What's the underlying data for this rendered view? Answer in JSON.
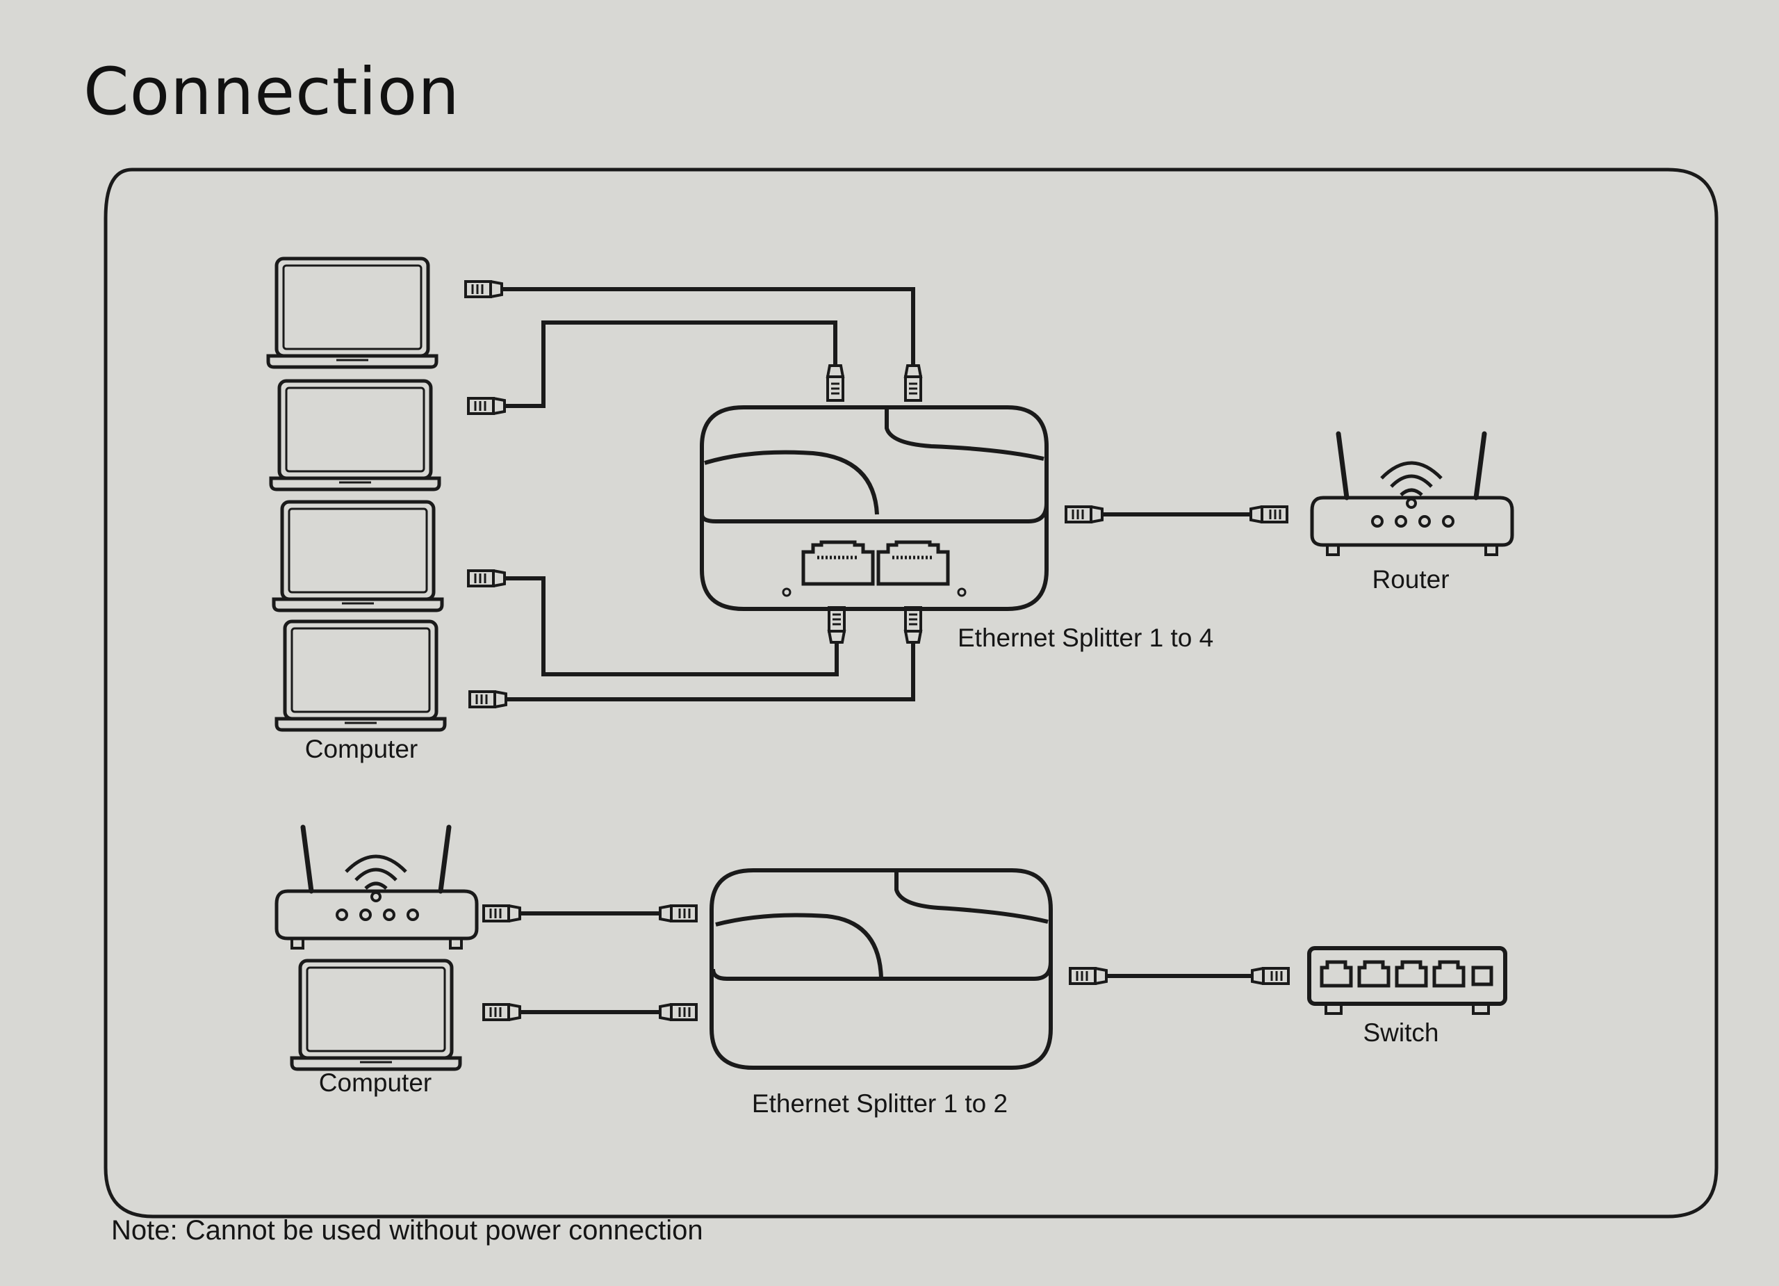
{
  "title": "Connection",
  "labels": {
    "computer_top": "Computer",
    "router_top": "Router",
    "splitter_1_to_4": "Ethernet Splitter 1 to 4",
    "computer_bottom": "Computer",
    "splitter_1_to_2": "Ethernet Splitter 1 to 2",
    "switch": "Switch"
  },
  "note": "Note: Cannot be used without power connection",
  "icons": {
    "laptop": "laptop-icon",
    "router": "router-icon",
    "splitter": "ethernet-splitter-icon",
    "switch": "network-switch-icon",
    "plug": "rj45-plug-icon"
  },
  "colors": {
    "background": "#d8d8d4",
    "line": "#1a1a1a"
  }
}
